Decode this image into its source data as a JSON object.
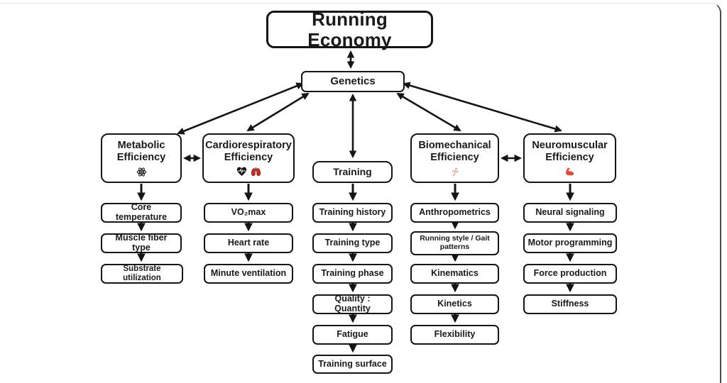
{
  "diagram": {
    "title": "Running Economy",
    "genetics_label": "Genetics",
    "branches": [
      {
        "label": "Metabolic Efficiency",
        "icon": "atom-icon",
        "children": [
          "Core temperature",
          "Muscle fiber type",
          "Substrate utilization"
        ]
      },
      {
        "label": "Cardiorespiratory Efficiency",
        "icon": "heart-ecg-icon lungs-icon",
        "children": [
          "VO₂max",
          "Heart rate",
          "Minute ventilation"
        ]
      },
      {
        "label": "Training",
        "icon": "",
        "children": [
          "Training history",
          "Training type",
          "Training phase",
          "Quality : Quantity",
          "Fatigue",
          "Training surface"
        ]
      },
      {
        "label": "Biomechanical Efficiency",
        "icon": "runner-icon",
        "children": [
          "Anthropometrics",
          "Running style / Gait patterns",
          "Kinematics",
          "Kinetics",
          "Flexibility"
        ]
      },
      {
        "label": "Neuromuscular Efficiency",
        "icon": "muscle-icon",
        "children": [
          "Neural signaling",
          "Motor programming",
          "Force production",
          "Stiffness"
        ]
      }
    ],
    "colors": {
      "line": "#151515",
      "lungs": "#c9281c",
      "muscle": "#e8473b",
      "runner": "#e2958e"
    }
  }
}
